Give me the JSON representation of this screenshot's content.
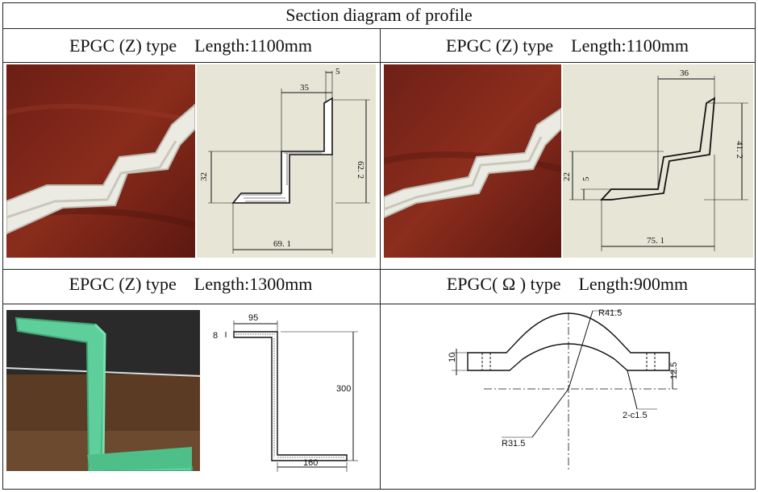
{
  "title": "Section diagram of profile",
  "cells": [
    {
      "header": "EPGC (Z) type    Length:1100mm",
      "dims": {
        "top_small": "5",
        "top": "35",
        "height": "62. 2",
        "left": "32",
        "bottom": "69. 1"
      }
    },
    {
      "header": "EPGC (Z) type    Length:1100mm",
      "dims": {
        "top": "36",
        "height": "41. 2",
        "left": "22",
        "left_inner": "5",
        "bottom": "75. 1"
      }
    },
    {
      "header": "EPGC (Z) type    Length:1300mm",
      "dims": {
        "top": "95",
        "thickness": "8",
        "height": "300",
        "bottom": "160"
      }
    },
    {
      "header": "EPGC( Ω ) type    Length:900mm",
      "dims": {
        "r_outer": "R41.5",
        "r_inner": "R31.5",
        "left": "10",
        "right": "12.5",
        "fillet": "2-c1.5"
      }
    }
  ],
  "colors": {
    "wood": "#7a2418",
    "drawing_bg": "#e6e5d6",
    "profile_white": "#ecebe3",
    "profile_green": "#5ecf9a"
  }
}
